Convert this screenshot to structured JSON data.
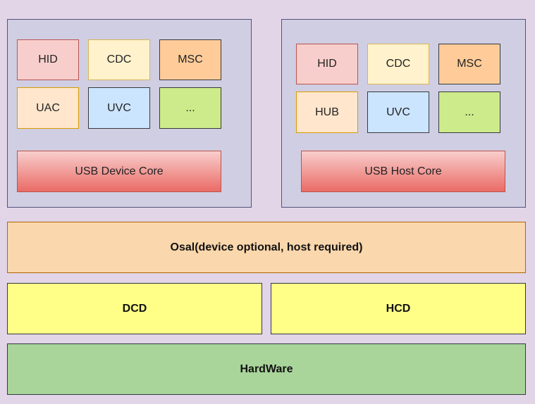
{
  "device_panel": {
    "modules": [
      "HID",
      "CDC",
      "MSC",
      "UAC",
      "UVC",
      "..."
    ],
    "core": "USB Device Core"
  },
  "host_panel": {
    "modules": [
      "HID",
      "CDC",
      "MSC",
      "HUB",
      "UVC",
      "..."
    ],
    "core": "USB Host Core"
  },
  "osal": "Osal(device optional, host required)",
  "dcd": "DCD",
  "hcd": "HCD",
  "hardware": "HardWare",
  "colors": {
    "background": "#e1d5e7",
    "panel_fill": "#d0cee2",
    "red_fill": "#f8cecc",
    "yellow_fill": "#fff2cc",
    "orange_fill": "#ffcc99",
    "peach_fill": "#ffe6cc",
    "blue_fill": "#dae8fc",
    "green_fill": "#cdeb8b",
    "osal_fill": "#fad7ac",
    "driver_fill": "#ffff88",
    "hardware_fill": "#a9d59b"
  }
}
